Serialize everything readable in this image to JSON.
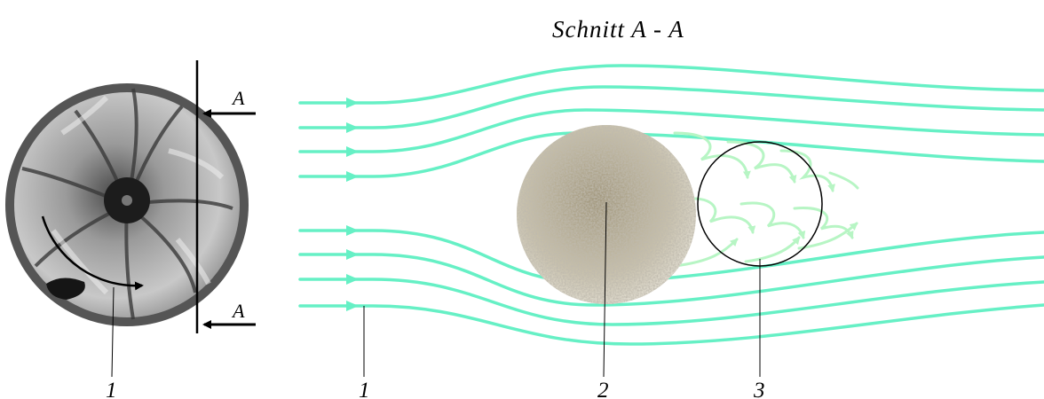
{
  "section_title": "Schnitt  A - A",
  "section_marks": {
    "top": "A",
    "bottom": "A"
  },
  "callouts": {
    "left_item": "1",
    "flow_item": "1",
    "particle": "2",
    "vortex_zone": "3"
  },
  "colors": {
    "streamline": "#66f0c5",
    "eddy": "#b7f5c4",
    "outline": "#000000",
    "wheel_rim": "#555555"
  }
}
